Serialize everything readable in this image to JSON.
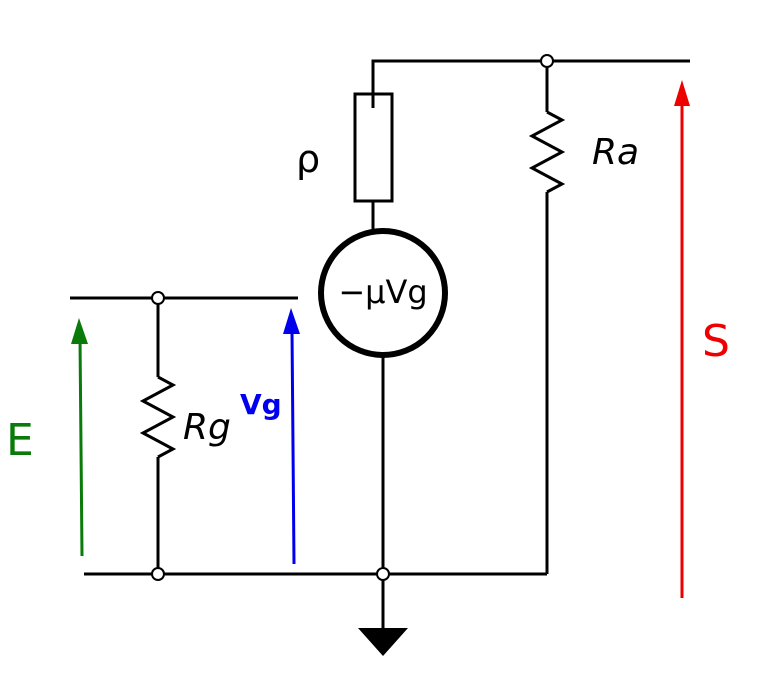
{
  "labels": {
    "rho": "ρ",
    "ra": "Ra",
    "source": "−μVg",
    "rg": "Rg",
    "vg": "Vg",
    "e": "E",
    "s": "S"
  },
  "colors": {
    "wire": "#000000",
    "e_arrow": "#0a7a0a",
    "vg_arrow": "#0000ee",
    "s_arrow": "#ee0000"
  }
}
